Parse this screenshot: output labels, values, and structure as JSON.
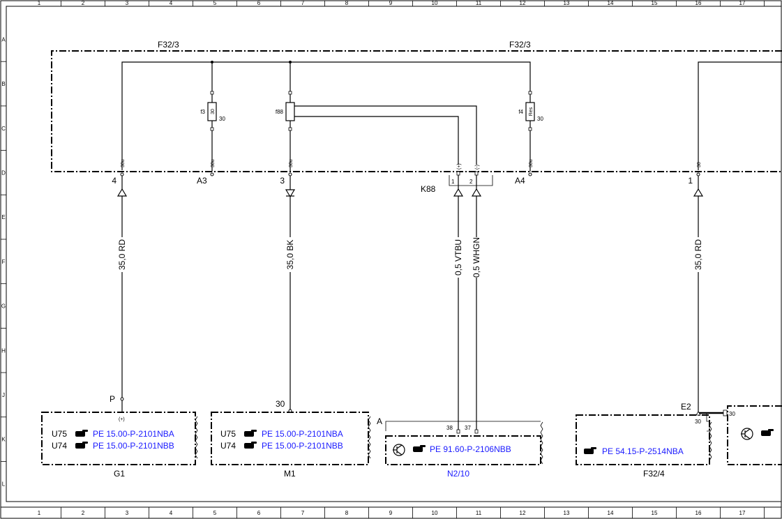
{
  "grid": {
    "cols": [
      "1",
      "2",
      "3",
      "4",
      "5",
      "6",
      "7",
      "8",
      "9",
      "10",
      "11",
      "12",
      "13",
      "14",
      "15",
      "16",
      "17"
    ],
    "rows": [
      "A",
      "B",
      "C",
      "D",
      "E",
      "F",
      "G",
      "H",
      "J",
      "K",
      "L"
    ]
  },
  "header_labels": {
    "left": "F32/3",
    "right": "F32/3"
  },
  "fuses": {
    "f3": "f3",
    "f3_rating": "30",
    "f3_side": "30",
    "f88": "f88",
    "f4": "f4",
    "f4_rating": "Res",
    "f4_side": "30"
  },
  "pins": {
    "p1": "30u",
    "p2": "30u",
    "p3": "30u",
    "p4": "(+)",
    "p5": "(-)",
    "p6": "30u",
    "p7": "30",
    "pin4": "4",
    "pinA3": "A3",
    "pin3": "3",
    "pinK88": "K88",
    "pinK1": "1",
    "pinK2": "2",
    "pinA4": "A4",
    "pin1": "1"
  },
  "wires": {
    "w1": "35,0 RD",
    "w2": "35,0 BK",
    "w3": "0,5 VTBU",
    "w4": "0,5 WHGN",
    "w5": "35,0 RD"
  },
  "components": {
    "g1": {
      "name": "G1",
      "pin": "P",
      "pin_sub": "(+)",
      "rows": [
        {
          "code": "U75",
          "ref": "PE 15.00-P-2101NBA"
        },
        {
          "code": "U74",
          "ref": "PE 15.00-P-2101NBB"
        }
      ]
    },
    "m1": {
      "name": "M1",
      "pin": "30",
      "rows": [
        {
          "code": "U75",
          "ref": "PE 15.00-P-2101NBA"
        },
        {
          "code": "U74",
          "ref": "PE 15.00-P-2101NBB"
        }
      ]
    },
    "n2": {
      "name": "N2/10",
      "conn": "A",
      "pin_a": "38",
      "pin_b": "37",
      "ref": "PE 91.60-P-2106NBB"
    },
    "f32_4": {
      "name": "F32/4",
      "ref": "PE 54.15-P-2514NBA"
    },
    "e2": {
      "name": "E2",
      "pin_a": "30",
      "pin_b": "30"
    }
  },
  "colors": {
    "line": "#000000",
    "link": "#1a1aff"
  },
  "icons": [
    "pointing-hand-icon",
    "transistor-icon",
    "ground-connector-icon"
  ]
}
